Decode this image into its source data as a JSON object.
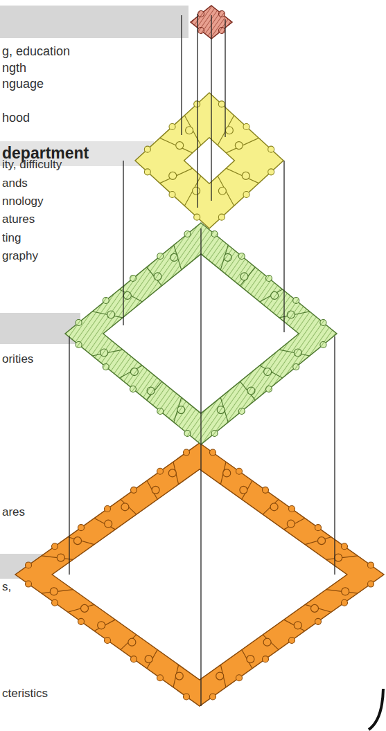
{
  "diagram": {
    "labels": [
      "g, education",
      "ngth",
      "nguage",
      "hood",
      "department",
      "ity, difficulty",
      "ands",
      "nnology",
      "atures",
      "ting",
      "graphy",
      "orities",
      "ares",
      "s,",
      "cteristics"
    ]
  }
}
